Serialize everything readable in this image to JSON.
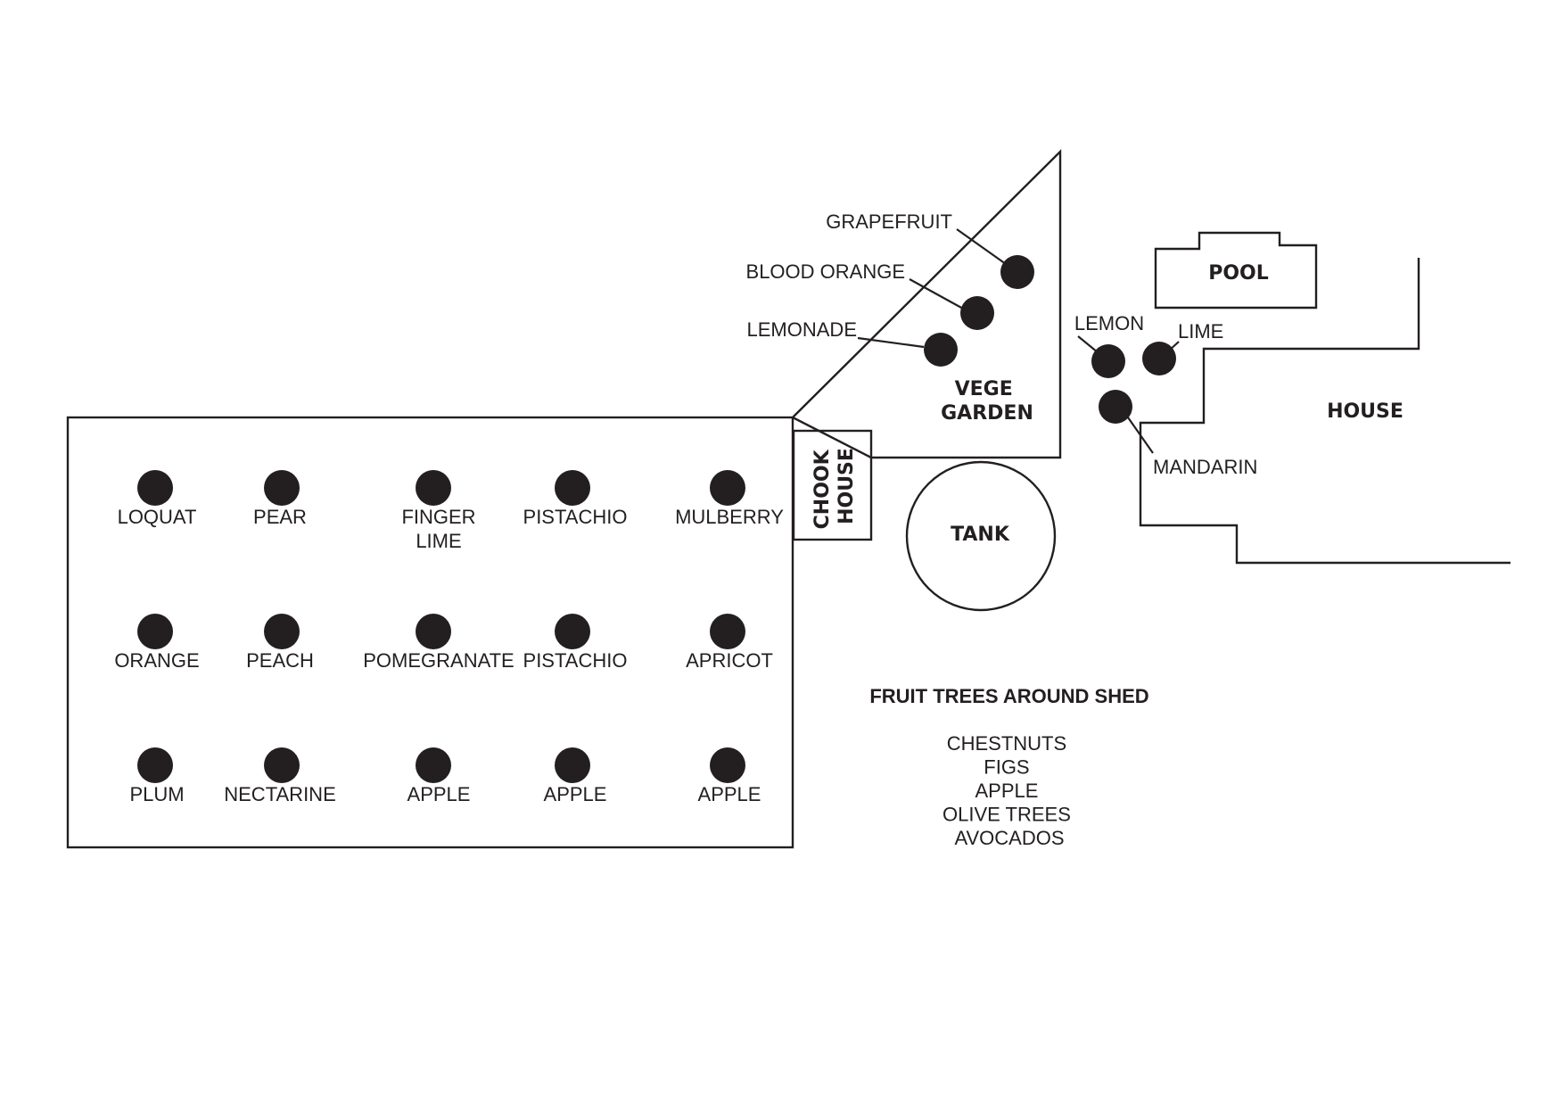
{
  "orchard": {
    "rows": [
      [
        {
          "label": [
            "LOQUAT"
          ]
        },
        {
          "label": [
            "PEAR"
          ]
        },
        {
          "label": [
            "FINGER",
            "LIME"
          ]
        },
        {
          "label": [
            "PISTACHIO"
          ]
        },
        {
          "label": [
            "MULBERRY"
          ]
        }
      ],
      [
        {
          "label": [
            "ORANGE"
          ]
        },
        {
          "label": [
            "PEACH"
          ]
        },
        {
          "label": [
            "POMEGRANATE"
          ]
        },
        {
          "label": [
            "PISTACHIO"
          ]
        },
        {
          "label": [
            "APRICOT"
          ]
        }
      ],
      [
        {
          "label": [
            "PLUM"
          ]
        },
        {
          "label": [
            "NECTARINE"
          ]
        },
        {
          "label": [
            "APPLE"
          ]
        },
        {
          "label": [
            "APPLE"
          ]
        },
        {
          "label": [
            "APPLE"
          ]
        }
      ]
    ]
  },
  "vege_garden": {
    "label": [
      "VEGE",
      "GARDEN"
    ],
    "trees": [
      "GRAPEFRUIT",
      "BLOOD ORANGE",
      "LEMONADE"
    ]
  },
  "chook_house": {
    "label": [
      "CHOOK",
      "HOUSE"
    ]
  },
  "tank": {
    "label": "TANK"
  },
  "pool": {
    "label": "POOL"
  },
  "house": {
    "label": "HOUSE",
    "trees": [
      "LEMON",
      "LIME",
      "MANDARIN"
    ]
  },
  "shed": {
    "heading": "FRUIT TREES AROUND SHED",
    "items": [
      "CHESTNUTS",
      "FIGS",
      "APPLE",
      "OLIVE TREES",
      "AVOCADOS"
    ]
  },
  "colors": {
    "ink": "#231f20",
    "background": "#ffffff"
  }
}
